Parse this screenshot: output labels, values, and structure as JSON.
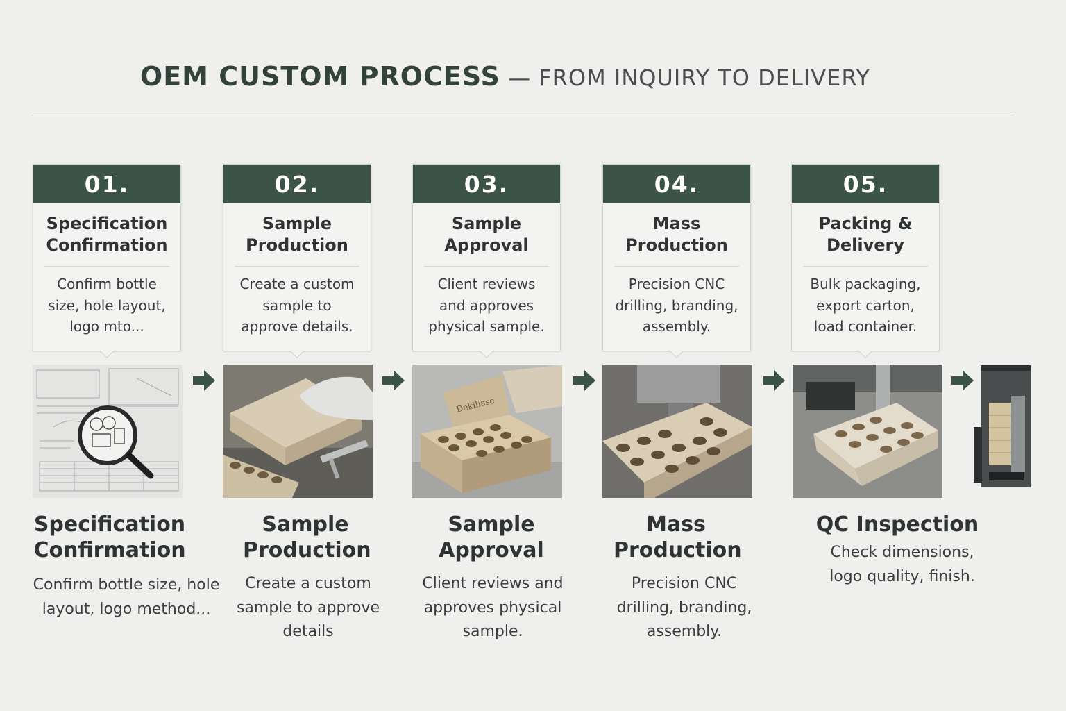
{
  "header": {
    "title_main": "OEM CUSTOM PROCESS",
    "title_sub": " — FROM INQUIRY TO DELIVERY"
  },
  "steps": [
    {
      "num": "01.",
      "title": "Specification Confirmation",
      "desc": "Confirm bottle size, hole layout, logo mto..."
    },
    {
      "num": "02.",
      "title": "Sample Production",
      "desc": "Create a custom sample to approve details."
    },
    {
      "num": "03.",
      "title": "Sample Approval",
      "desc": "Client reviews and approves physical sample."
    },
    {
      "num": "04.",
      "title": "Mass Production",
      "desc": "Precision CNC drilling, branding, assembly."
    },
    {
      "num": "05.",
      "title": "Packing & Delivery",
      "desc": "Bulk packaging, export carton, load container."
    }
  ],
  "lower": [
    {
      "title": "Specification Confirmation",
      "desc": "Confirm bottle size, hole layout, logo method..."
    },
    {
      "title": "Sample Production",
      "desc": "Create a custom sample to approve details"
    },
    {
      "title": "Sample Approval",
      "desc": "Client reviews and approves physical sample."
    },
    {
      "title": "Mass Production",
      "desc": "Precision CNC drilling, branding, assembly."
    },
    {
      "title": "QC Inspection",
      "desc": "Check dimensions, logo quality, finish."
    }
  ],
  "photo_box_label": "Dekiliase",
  "colors": {
    "accent": "#3c5448",
    "background": "#efefee",
    "text": "#2f3432"
  },
  "icons": [
    "arrow-right-icon"
  ]
}
